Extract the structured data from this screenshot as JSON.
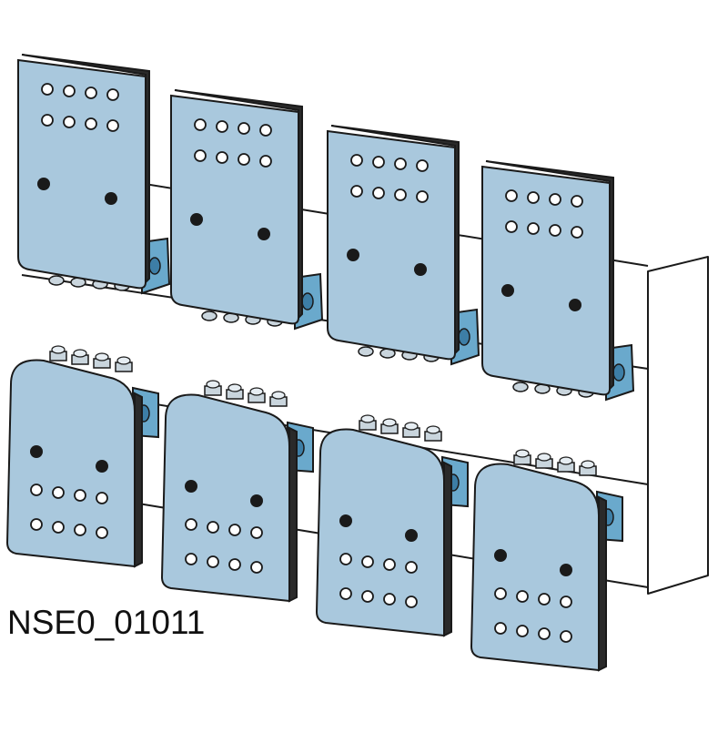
{
  "drawing_id": "NSE0_01011",
  "colors": {
    "plate": "#a9c8dd",
    "plate_edge": "#1a1a1a",
    "plate_back": "#2a2a2a",
    "bracket": "#6aa9cc",
    "housing": "#ffffff",
    "hole_white": "#ffffff",
    "hole_dark": "#1a1a1a",
    "bolt": "#c9d5dd"
  },
  "rows": [
    {
      "name": "upper",
      "connectors": 4,
      "orientation": "bolts-bottom"
    },
    {
      "name": "lower",
      "connectors": 4,
      "orientation": "bolts-top"
    }
  ],
  "holes_per_plate": {
    "small": 8,
    "large": 2
  },
  "bolts_per_connector": 4
}
